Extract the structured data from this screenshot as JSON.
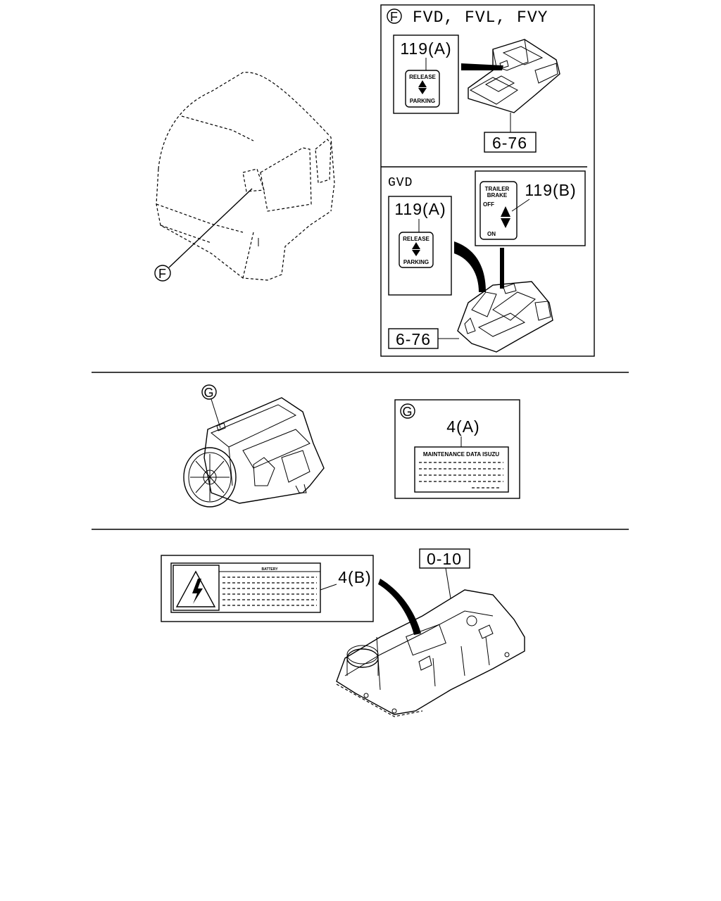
{
  "callouts": {
    "f": "F",
    "g": "G"
  },
  "panel_f": {
    "models": "FVD, FVL, FVY",
    "label_119a": "119(A)",
    "ref": "6-76",
    "plate_release": "RELEASE",
    "plate_parking": "PARKING"
  },
  "panel_gvd": {
    "model": "GVD",
    "label_119a": "119(A)",
    "label_119b": "119(B)",
    "ref": "6-76",
    "plate_release": "RELEASE",
    "plate_parking": "PARKING",
    "trailer_line1": "TRAILER",
    "trailer_line2": "BRAKE",
    "trailer_off": "OFF",
    "trailer_on": "ON"
  },
  "panel_g": {
    "label_4a": "4(A)",
    "plate_title": "MAINTENANCE DATA ISUZU"
  },
  "bottom": {
    "label_4b": "4(B)",
    "ref": "0-10",
    "warning_header": "BATTERY"
  }
}
